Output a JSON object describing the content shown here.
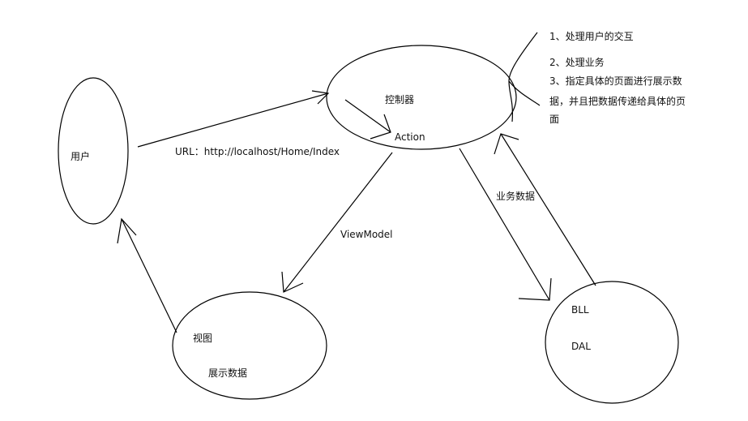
{
  "nodes": {
    "user": "用户",
    "controller": "控制器",
    "action": "Action",
    "view": "视图",
    "view_sub": "展示数据",
    "bll": "BLL",
    "dal": "DAL"
  },
  "edges": {
    "url": "URL：http://localhost/Home/Index",
    "viewmodel": "ViewModel",
    "business_data": "业务数据"
  },
  "notes": [
    "1、处理用户的交互",
    "2、处理业务",
    "3、指定具体的页面进行展示数",
    "据，并且把数据传递给具体的页",
    "面"
  ]
}
